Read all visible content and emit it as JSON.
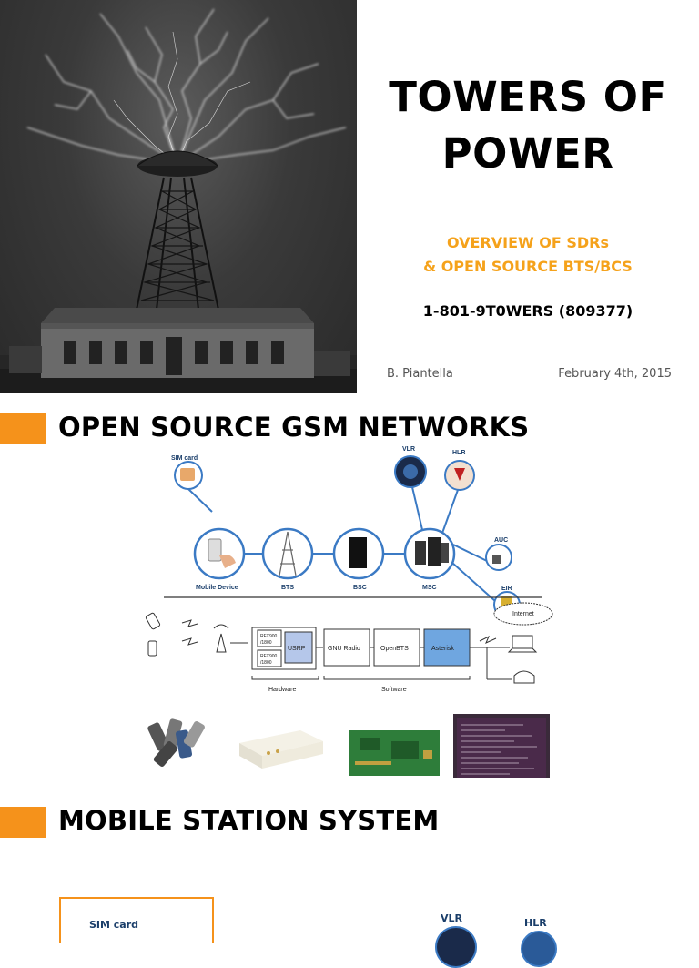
{
  "slide1": {
    "title_line1": "TOWERS OF",
    "title_line2": "POWER",
    "subtitle_line1": "OVERVIEW OF SDRs",
    "subtitle_line2": "& OPEN SOURCE BTS/BCS",
    "phone": "1-801-9T0WERS (809377)",
    "author": "B. Piantella",
    "date": "February 4th, 2015"
  },
  "slide2": {
    "heading": "OPEN SOURCE GSM NETWORKS",
    "diagram": {
      "sim_label": "SIM card",
      "vlr_label": "VLR",
      "hlr_label": "HLR",
      "auc_label": "AUC",
      "eir_label": "EIR",
      "nodes": [
        "Mobile Device",
        "BTS",
        "BSC",
        "MSC"
      ],
      "rfx_top": "RFX900\n/1800",
      "rfx_bottom": "RFX900\n/1800",
      "usrp": "USRP",
      "gnuradio": "GNU Radio",
      "openbts": "OpenBTS",
      "asterisk": "Asterisk",
      "internet": "Internet",
      "hardware_label": "Hardware",
      "software_label": "Software"
    }
  },
  "slide3": {
    "heading": "MOBILE STATION SYSTEM",
    "sim_label": "SIM card",
    "vlr_label": "VLR",
    "hlr_label": "HLR"
  },
  "colors": {
    "accent_orange": "#f5921b",
    "subtitle_orange": "#f5a21b",
    "diagram_blue": "#3b7ac4",
    "usrp_fill": "#b5c7ea",
    "asterisk_fill": "#6fa6e0"
  }
}
